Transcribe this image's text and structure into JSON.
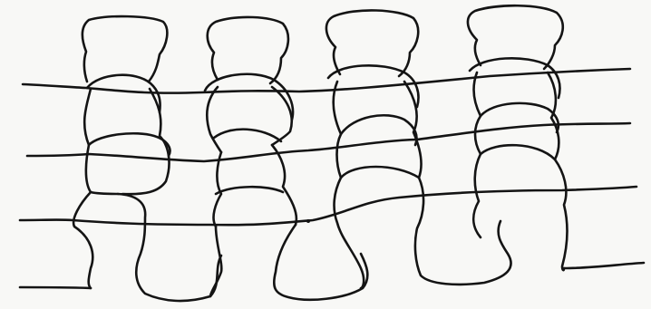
{
  "diagram": {
    "kind": "knit-loop-structure",
    "wale_count": 4,
    "course_count": 4,
    "colors": {
      "yarn": "#141414",
      "paper": "#f8f8f6"
    }
  }
}
